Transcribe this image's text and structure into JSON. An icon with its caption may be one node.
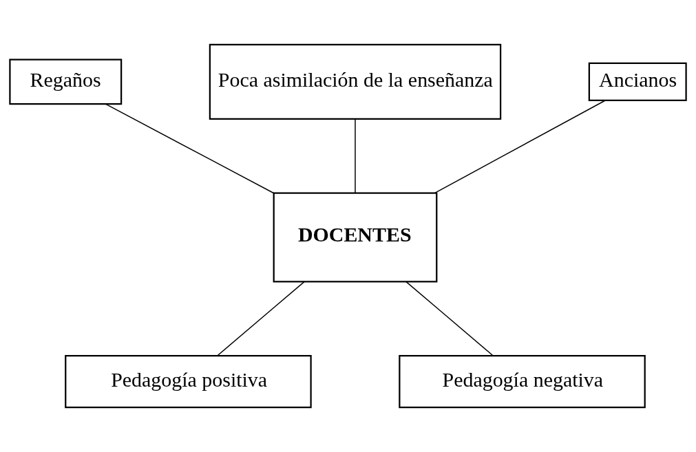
{
  "diagram": {
    "nodes": [
      {
        "text": [
          "Poca asimilación de la enseñanza"
        ]
      },
      {
        "text": [
          "Regaños"
        ]
      },
      {
        "text": [
          "Ancianos"
        ]
      },
      {
        "text": [
          "DOCENTES"
        ]
      },
      {
        "text": [
          "Pedagogía positiva"
        ]
      },
      {
        "text": [
          "Pedagogía negativa"
        ]
      }
    ],
    "edges": [
      {
        "from": 0,
        "to": 3,
        "arrow": "none"
      },
      {
        "from": 1,
        "to": 3,
        "arrow": "none"
      },
      {
        "from": 2,
        "to": 3,
        "arrow": "none"
      },
      {
        "from": 3,
        "to": 4,
        "arrow": "none"
      },
      {
        "from": 3,
        "to": 5,
        "arrow": "none"
      }
    ]
  }
}
